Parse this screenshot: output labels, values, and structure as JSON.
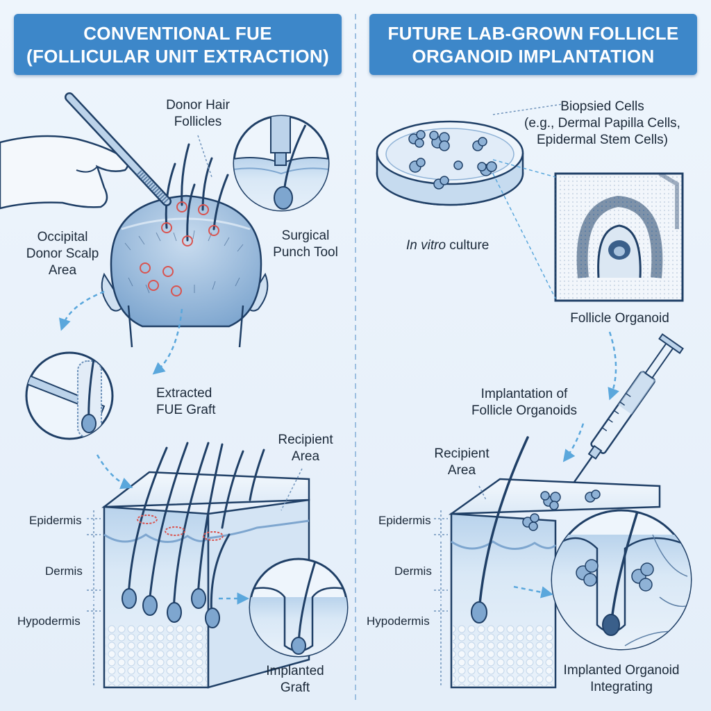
{
  "left_panel": {
    "title_line1": "CONVENTIONAL FUE",
    "title_line2": "(FOLLICULAR UNIT EXTRACTION)",
    "labels": {
      "donor_follicles": "Donor Hair\nFollicles",
      "occipital": "Occipital\nDonor Scalp\nArea",
      "punch_tool": "Surgical\nPunch Tool",
      "extracted_graft": "Extracted\nFUE Graft",
      "recipient_area": "Recipient\nArea",
      "implanted_graft": "Implanted\nGraft"
    },
    "layers": {
      "epidermis": "Epidermis",
      "dermis": "Dermis",
      "hypodermis": "Hypodermis"
    }
  },
  "right_panel": {
    "title_line1": "FUTURE LAB-GROWN FOLLICLE",
    "title_line2": "ORGANOID IMPLANTATION",
    "labels": {
      "biopsied_cells": "Biopsied Cells\n(e.g., Dermal Papilla Cells,\nEpidermal Stem Cells)",
      "in_vitro_italic": "In vitro",
      "in_vitro_rest": " culture",
      "follicle_organoid": "Follicle Organoid",
      "implantation": "Implantation of\nFollicle Organoids",
      "recipient_area": "Recipient\nArea",
      "implanted_organoid": "Implanted Organoid\nIntegrating"
    },
    "layers": {
      "epidermis": "Epidermis",
      "dermis": "Dermis",
      "hypodermis": "Hypodermis"
    }
  },
  "colors": {
    "banner": "#3d87c9",
    "ink": "#1f3f66",
    "skin": "#dcebf8",
    "accent_red": "#d9534f",
    "arrow": "#5aa7dc"
  }
}
